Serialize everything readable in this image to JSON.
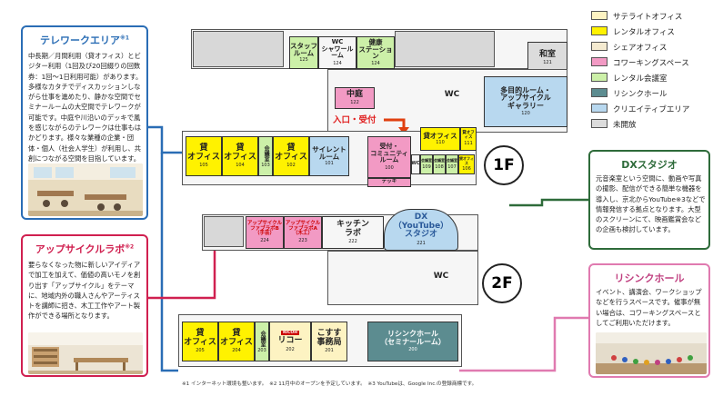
{
  "legend": [
    {
      "label": "サテライトオフィス",
      "color": "#fdf3c2"
    },
    {
      "label": "レンタルオフィス",
      "color": "#fff200"
    },
    {
      "label": "シェアオフィス",
      "color": "#f4ead0"
    },
    {
      "label": "コワーキングスペース",
      "color": "#f29ac4"
    },
    {
      "label": "レンタル会議室",
      "color": "#ccf0a8"
    },
    {
      "label": "リシンクホール",
      "color": "#5c8c90"
    },
    {
      "label": "クリエイティブエリア",
      "color": "#b8d8ef"
    },
    {
      "label": "未開放",
      "color": "#dcdcdc"
    }
  ],
  "telework": {
    "title": "テレワークエリア",
    "sup": "※1",
    "body": "中長期／月間利用（貸オフィス）とビジター利用（1回及び20回綴りの回数券：1回～1日利用可能）があります。多様なカタチでディスカッションしながら仕事を進めたり、静かな空間でセミナールームの大空間でテレワークが可能です。中庭や川沿いのデッキで風を感じながらのテレワークは仕事もはかどります。様々な業種の企業・団体・個人（社会人学生）が利用し、共創につながる空間を目指しています。",
    "color": "#2a6db5"
  },
  "upcycle": {
    "title": "アップサイクルラボ",
    "sup": "※2",
    "body": "要らなくなった物に新しいアイディアで加工を加えて、価値の高いモノを創り出す「アップサイクル」をテーマに、地域内外の職人さんやアーティストを講師に招き、木工工作やアート製作ができる場所となります。",
    "color": "#d02050"
  },
  "dx": {
    "title": "DXスタジオ",
    "body": "元音楽室という空間に、動画や写真の撮影、配信ができる簡単な機器を導入し、京北からYouTube※3などで情報発信する拠点となります。大型のスクリーンにて、映画鑑賞会などの企画も検討しています。",
    "color": "#2e6b3a"
  },
  "rethink": {
    "title": "リシンクホール",
    "body": "イベント、講演会、ワークショップなどを行うスペースです。催事が無い場合は、コワーキングスペースとしてご利用いただけます。",
    "color": "#e07ab0"
  },
  "floors": {
    "f1": "1F",
    "f2": "2F"
  },
  "entrance": "入口・受付",
  "f1": {
    "top": [
      {
        "label": "スタッフ\nルーム",
        "num": "125"
      },
      {
        "label": "WC\nシャワールーム",
        "num": "124"
      },
      {
        "label": "健康\nステーション",
        "num": "124"
      },
      {
        "label": "和室",
        "num": "121"
      }
    ],
    "courtyard": {
      "label": "中庭",
      "num": "122"
    },
    "wc": "WC",
    "gallery": {
      "label": "多目的ルーム・\nアップサイクル\nギャラリー",
      "num": "120"
    },
    "rooms": [
      {
        "label": "貸\nオフィス",
        "num": "105"
      },
      {
        "label": "貸\nオフィス",
        "num": "104"
      },
      {
        "label": "会議室",
        "num": "103"
      },
      {
        "label": "貸\nオフィス",
        "num": "102"
      },
      {
        "label": "サイレント\nルーム",
        "num": "101"
      },
      {
        "label": "受付・\nコミュニティ\nルーム",
        "num": "100"
      },
      {
        "label": "貸オフィス",
        "num": "110"
      },
      {
        "label": "貸オフィス",
        "num": "111"
      },
      {
        "label": "会議室",
        "num": "109"
      },
      {
        "label": "会議室",
        "num": "108"
      },
      {
        "label": "会議室",
        "num": "107"
      },
      {
        "label": "貸オフィス",
        "num": "106"
      }
    ],
    "deck": "デッキ",
    "wc_small": "WC"
  },
  "f2": {
    "rooms_top": [
      {
        "label": "アップサイクル\nファブラボB\n（手芸）",
        "num": "224"
      },
      {
        "label": "アップサイクル\nファブラボA\n（木工）",
        "num": "223"
      },
      {
        "label": "キッチン\nラボ",
        "num": "222"
      },
      {
        "label": "DX\n（YouTube）\nスタジオ",
        "num": "221"
      }
    ],
    "wc": "WC",
    "rooms_bottom": [
      {
        "label": "貸\nオフィス",
        "num": "205"
      },
      {
        "label": "貸\nオフィス",
        "num": "204"
      },
      {
        "label": "会議室",
        "num": "203"
      },
      {
        "label": "リコー",
        "num": "202"
      },
      {
        "label": "こすす\n事務局",
        "num": "201"
      },
      {
        "label": "リシンクホール\n（セミナールーム）",
        "num": "200"
      }
    ],
    "rico_logo": "RICOH"
  },
  "footnote": "※1 インターネット環境も整います。　※2 11月中のオープンを予定しています。　※3 YouTubeは、Google Inc.の登録商標です。"
}
